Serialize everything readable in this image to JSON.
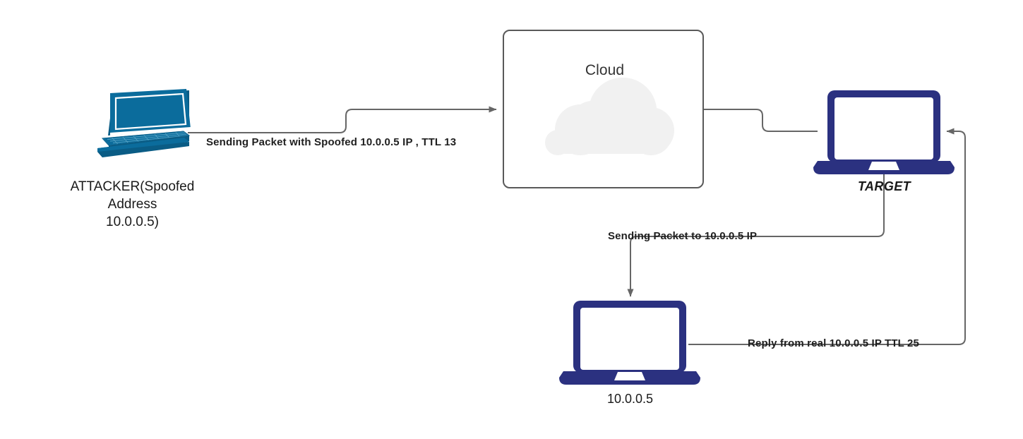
{
  "diagram": {
    "title": "IP Spoofing / Idle Scan Packet Flow",
    "background": "#ffffff",
    "colors": {
      "attacker_device": "#0b6c9c",
      "attacker_device_dark": "#0a5c85",
      "navy_device": "#2b3180",
      "wire": "#666666",
      "cloud_fill": "#f1f1f1",
      "cloud_border": "#595959",
      "label_text": "#1a1a1a"
    }
  },
  "nodes": {
    "attacker": {
      "icon": "laptop-isometric-icon",
      "label": "ATTACKER(Spoofed\nAddress\n10.0.0.5)"
    },
    "cloud": {
      "icon": "cloud-icon",
      "label": "Cloud"
    },
    "target": {
      "icon": "laptop-icon",
      "label": "TARGET"
    },
    "victim": {
      "icon": "laptop-icon",
      "label": "10.0.0.5"
    }
  },
  "edges": [
    {
      "id": "attacker-to-cloud",
      "label": "Sending Packet with Spoofed 10.0.0.5 IP , TTL 13",
      "from": "attacker",
      "to": "cloud",
      "arrow": "end"
    },
    {
      "id": "cloud-to-target",
      "label": "",
      "from": "cloud",
      "to": "target",
      "arrow": "none"
    },
    {
      "id": "target-to-victim",
      "label": "Sending Packet to 10.0.0.5 IP",
      "from": "target",
      "to": "victim",
      "arrow": "end"
    },
    {
      "id": "victim-to-target",
      "label": "Reply from real 10.0.0.5 IP TTL 25",
      "from": "victim",
      "to": "target",
      "arrow": "end"
    }
  ]
}
